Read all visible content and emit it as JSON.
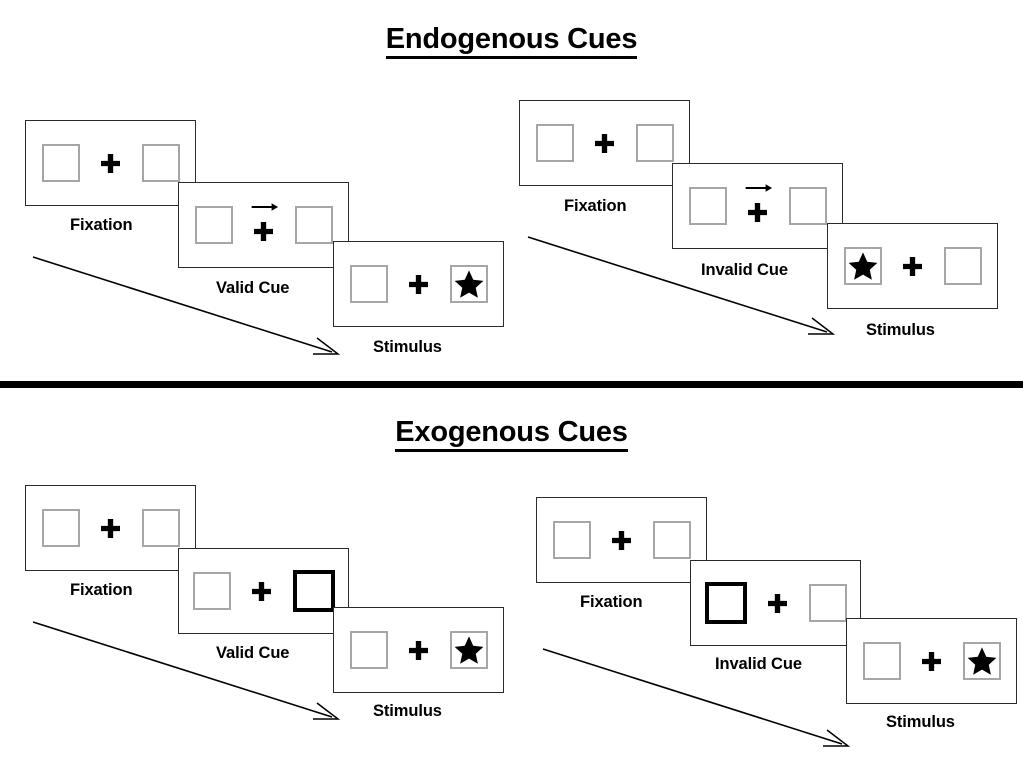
{
  "figure": {
    "sections": [
      {
        "id": "endogenous",
        "title": "Endogenous Cues",
        "sequences": [
          {
            "id": "endogenous-valid",
            "frames": [
              {
                "caption": "Fixation",
                "left_content": "empty",
                "right_content": "empty",
                "center": "cross",
                "cued_side": "none"
              },
              {
                "caption": "Valid Cue",
                "left_content": "empty",
                "right_content": "empty",
                "center": "cross-arrow",
                "cued_side": "none"
              },
              {
                "caption": "Stimulus",
                "left_content": "empty",
                "right_content": "star",
                "center": "cross",
                "cued_side": "none"
              }
            ]
          },
          {
            "id": "endogenous-invalid",
            "frames": [
              {
                "caption": "Fixation",
                "left_content": "empty",
                "right_content": "empty",
                "center": "cross",
                "cued_side": "none"
              },
              {
                "caption": "Invalid Cue",
                "left_content": "empty",
                "right_content": "empty",
                "center": "cross-arrow",
                "cued_side": "none"
              },
              {
                "caption": "Stimulus",
                "left_content": "star",
                "right_content": "empty",
                "center": "cross",
                "cued_side": "none"
              }
            ]
          }
        ]
      },
      {
        "id": "exogenous",
        "title": "Exogenous Cues",
        "sequences": [
          {
            "id": "exogenous-valid",
            "frames": [
              {
                "caption": "Fixation",
                "left_content": "empty",
                "right_content": "empty",
                "center": "cross",
                "cued_side": "none"
              },
              {
                "caption": "Valid Cue",
                "left_content": "empty",
                "right_content": "empty",
                "center": "cross",
                "cued_side": "right"
              },
              {
                "caption": "Stimulus",
                "left_content": "empty",
                "right_content": "star",
                "center": "cross",
                "cued_side": "none"
              }
            ]
          },
          {
            "id": "exogenous-invalid",
            "frames": [
              {
                "caption": "Fixation",
                "left_content": "empty",
                "right_content": "empty",
                "center": "cross",
                "cued_side": "none"
              },
              {
                "caption": "Invalid Cue",
                "left_content": "empty",
                "right_content": "empty",
                "center": "cross",
                "cued_side": "left"
              },
              {
                "caption": "Stimulus",
                "left_content": "empty",
                "right_content": "star",
                "center": "cross",
                "cued_side": "none"
              }
            ]
          }
        ]
      }
    ],
    "colors": {
      "panel_border": "#2b2b2b",
      "box_border": "#a6a6a6",
      "cue_border": "#000000",
      "star_fill": "#000000",
      "cross_fill": "#000000",
      "divider": "#000000",
      "background": "#ffffff"
    }
  }
}
